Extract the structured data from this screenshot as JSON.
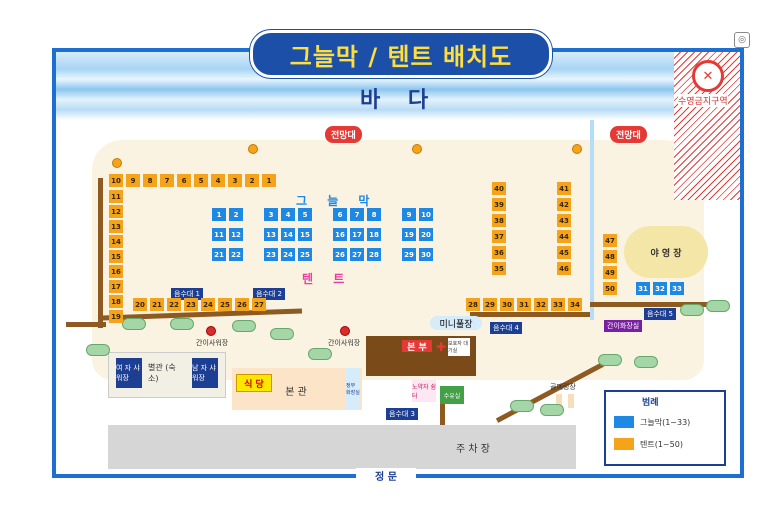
{
  "title": "그늘막 / 텐트 배치도",
  "sea_label": "바 다",
  "no_swim": {
    "label": "수영금지구역"
  },
  "towers": [
    "전망대",
    "전망대"
  ],
  "sections": {
    "gnl": "그 늘 막",
    "tent": "텐 트"
  },
  "grid_labels": {
    "tents_row_top": [
      "10",
      "9",
      "8",
      "7",
      "6",
      "5",
      "4",
      "3",
      "2",
      "1"
    ],
    "tents_col_left": [
      "11",
      "12",
      "13",
      "14",
      "15",
      "16",
      "17",
      "18",
      "19"
    ],
    "tents_row_bottom": [
      "20",
      "21",
      "22",
      "23",
      "24",
      "25",
      "26",
      "27"
    ],
    "gnl_row1": [
      "1",
      "2",
      "3",
      "4",
      "5",
      "6",
      "7",
      "8",
      "9",
      "10"
    ],
    "gnl_row2": [
      "11",
      "12",
      "13",
      "14",
      "15",
      "16",
      "17",
      "18",
      "19",
      "20"
    ],
    "gnl_row3": [
      "21",
      "22",
      "23",
      "24",
      "25",
      "26",
      "27",
      "28",
      "29",
      "30"
    ],
    "tents_col_a": [
      "40",
      "39",
      "38",
      "37",
      "36",
      "35"
    ],
    "tents_col_b": [
      "41",
      "42",
      "43",
      "44",
      "45",
      "46"
    ],
    "tents_row_c": [
      "28",
      "29",
      "30",
      "31",
      "32",
      "33",
      "34"
    ],
    "tents_col_d": [
      "47",
      "48",
      "49",
      "50"
    ],
    "gnl_right": [
      "31",
      "32",
      "33"
    ]
  },
  "facilities": {
    "sudae1": "음수대 1",
    "sudae2": "음수대 2",
    "sudae3": "음수대 3",
    "sudae4": "음수대 4",
    "sudae5": "음수대 5",
    "shower1": "간이사워장",
    "shower2": "간이사워장",
    "toilet_small": "간이화장실",
    "minipool": "미니풀장",
    "camp": "야 영 장",
    "hq": "본 부",
    "guard": "보호자 대기실",
    "women": "여 자 샤워장",
    "annex": "별관 (숙소)",
    "men": "남 자 샤워장",
    "restaurant": "식 당",
    "main": "본 관",
    "main_toilet": "정부 화장실",
    "seniors": "노약자 쉼터",
    "nursing": "수유실",
    "gate_ball": "골폐렁장",
    "parking": "주 차 장",
    "gate": "정 문"
  },
  "legend": {
    "title": "범례",
    "gnl": "그늘막(1~33)",
    "tent": "텐트(1~50)"
  },
  "colors": {
    "gnl": "#1e88e5",
    "tent": "#f4a31a",
    "frame": "#1d6fd1",
    "title_bg": "#1b4fa8",
    "title_text": "#ffdf3c"
  }
}
